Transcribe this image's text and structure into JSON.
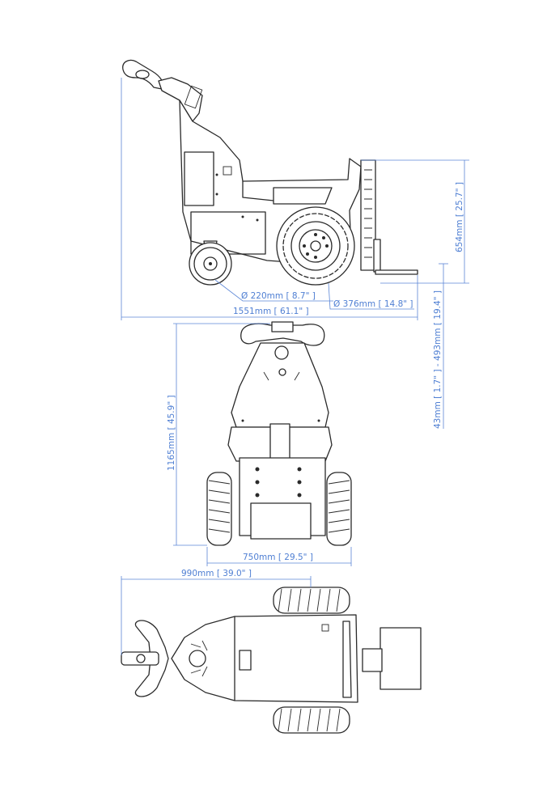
{
  "colors": {
    "line": "#2a2a2a",
    "dimension": "#5b86d6",
    "background": "#ffffff"
  },
  "dimensions": {
    "small_wheel_diameter": "Ø 220mm [ 8.7\" ]",
    "large_wheel_diameter": "Ø 376mm [ 14.8\" ]",
    "overall_length": "1551mm [ 61.1\" ]",
    "frame_height": "654mm [ 25.7\" ]",
    "hitch_height_range": "43mm [ 1.7\" ] - 493mm [ 19.4\" ]",
    "overall_width_span": "1165mm [ 45.9\" ]",
    "wheel_track": "750mm [ 29.5\" ]",
    "handle_to_axle": "990mm [ 39.0\" ]"
  }
}
